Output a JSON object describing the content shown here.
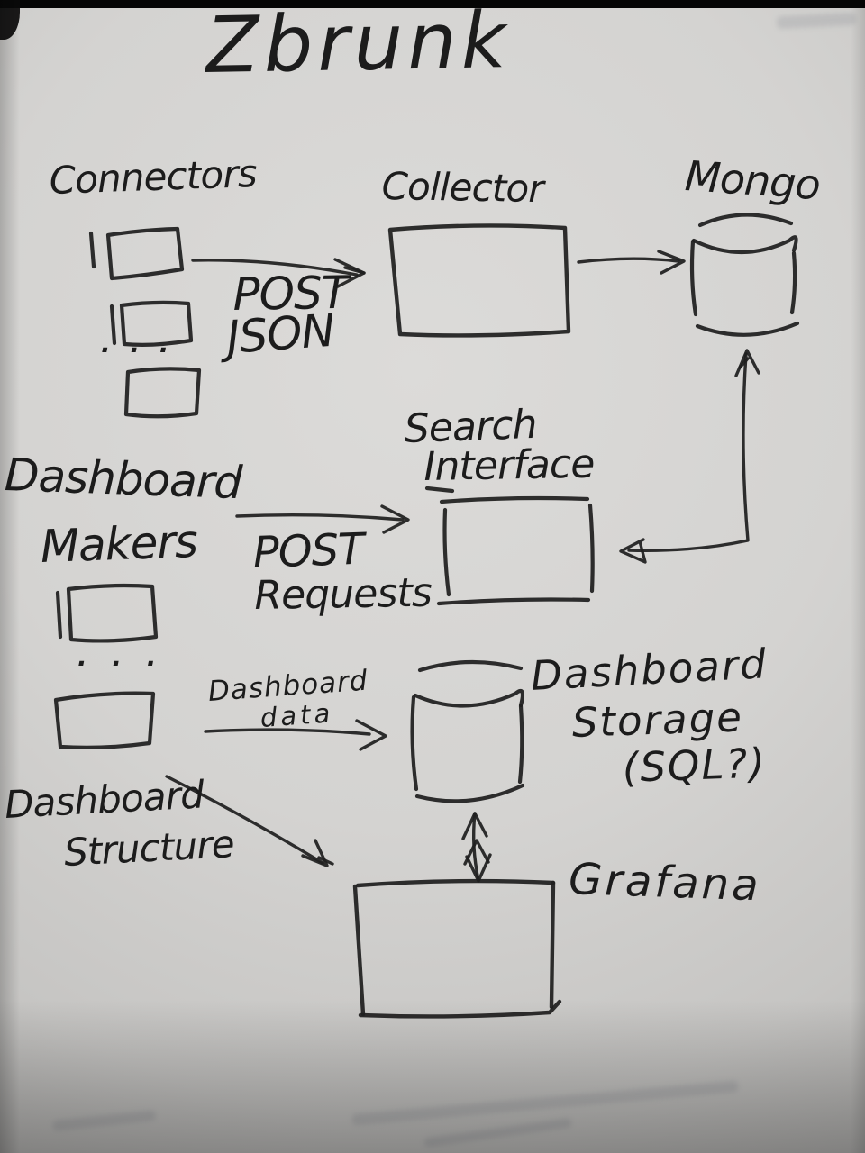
{
  "title": "Zbrunk",
  "ink_color": "#1f1f1f",
  "nodes": {
    "connectors": {
      "label": "Connectors",
      "ellipsis": ". . ."
    },
    "collector": {
      "label": "Collector"
    },
    "mongo": {
      "label": "Mongo"
    },
    "search_interface": {
      "line1": "Search",
      "line2": "Interface"
    },
    "dashboard_makers": {
      "line1": "Dashboard",
      "line2": "Makers",
      "ellipsis": ". . ."
    },
    "dashboard_storage": {
      "line1": "Dashboard",
      "line2": "Storage",
      "line3": "(SQL?)"
    },
    "grafana": {
      "label": "Grafana"
    }
  },
  "edges": {
    "post_json": {
      "line1": "POST",
      "line2": "JSON"
    },
    "post_requests": {
      "line1": "POST",
      "line2": "Requests"
    },
    "dashboard_data": {
      "line1": "Dashboard",
      "line2": "data"
    },
    "dashboard_structure": {
      "line1": "Dashboard",
      "line2": "Structure"
    }
  }
}
